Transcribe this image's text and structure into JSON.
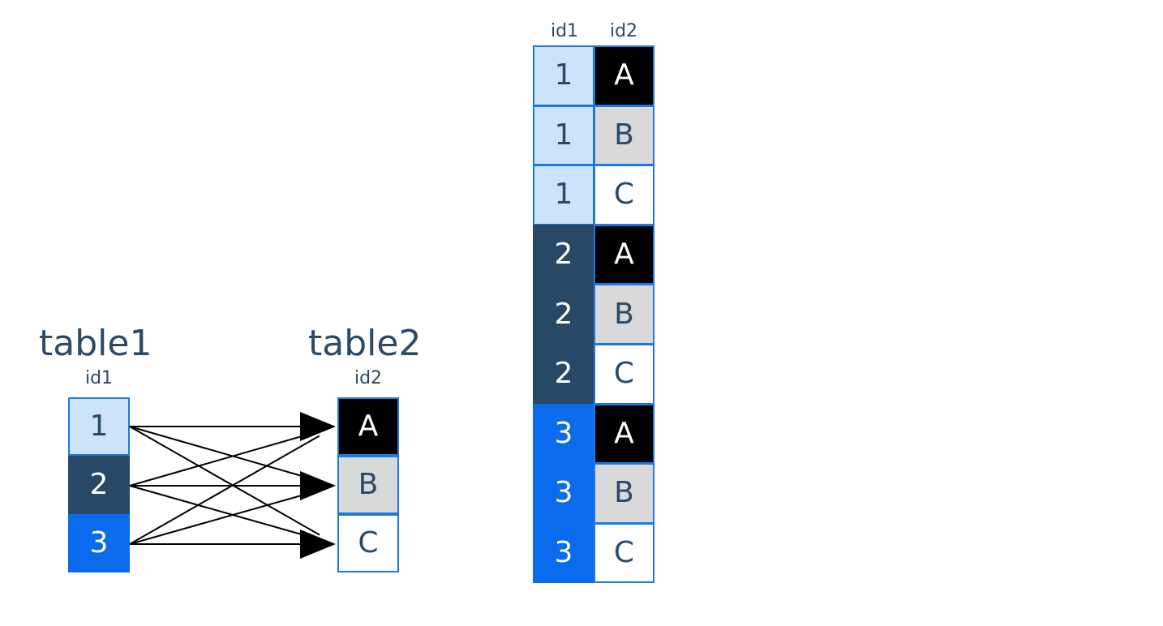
{
  "colors": {
    "text_dark": "#2b4a66",
    "border_blue": "#1a7ae0",
    "light_blue": "#cde4f8",
    "dark_navy": "#284866",
    "bright_blue": "#0a6cec",
    "black": "#000000",
    "light_gray": "#d9d9d9",
    "white": "#ffffff"
  },
  "table1": {
    "title": "table1",
    "column": "id1",
    "rows": [
      {
        "value": "1",
        "fill": "light_blue",
        "text": "text_dark"
      },
      {
        "value": "2",
        "fill": "dark_navy",
        "text": "white"
      },
      {
        "value": "3",
        "fill": "bright_blue",
        "text": "white"
      }
    ]
  },
  "table2": {
    "title": "table2",
    "column": "id2",
    "rows": [
      {
        "value": "A",
        "fill": "black",
        "text": "white"
      },
      {
        "value": "B",
        "fill": "light_gray",
        "text": "text_dark"
      },
      {
        "value": "C",
        "fill": "white",
        "text": "text_dark"
      }
    ]
  },
  "result": {
    "columns": [
      "id1",
      "id2"
    ],
    "rows": [
      {
        "id1": "1",
        "id2": "A",
        "f1": "light_blue",
        "t1": "text_dark",
        "f2": "black",
        "t2": "white"
      },
      {
        "id1": "1",
        "id2": "B",
        "f1": "light_blue",
        "t1": "text_dark",
        "f2": "light_gray",
        "t2": "text_dark"
      },
      {
        "id1": "1",
        "id2": "C",
        "f1": "light_blue",
        "t1": "text_dark",
        "f2": "white",
        "t2": "text_dark"
      },
      {
        "id1": "2",
        "id2": "A",
        "f1": "dark_navy",
        "t1": "white",
        "f2": "black",
        "t2": "white"
      },
      {
        "id1": "2",
        "id2": "B",
        "f1": "dark_navy",
        "t1": "white",
        "f2": "light_gray",
        "t2": "text_dark"
      },
      {
        "id1": "2",
        "id2": "C",
        "f1": "dark_navy",
        "t1": "white",
        "f2": "white",
        "t2": "text_dark"
      },
      {
        "id1": "3",
        "id2": "A",
        "f1": "bright_blue",
        "t1": "white",
        "f2": "black",
        "t2": "white"
      },
      {
        "id1": "3",
        "id2": "B",
        "f1": "bright_blue",
        "t1": "white",
        "f2": "light_gray",
        "t2": "text_dark"
      },
      {
        "id1": "3",
        "id2": "C",
        "f1": "bright_blue",
        "t1": "white",
        "f2": "white",
        "t2": "text_dark"
      }
    ]
  }
}
